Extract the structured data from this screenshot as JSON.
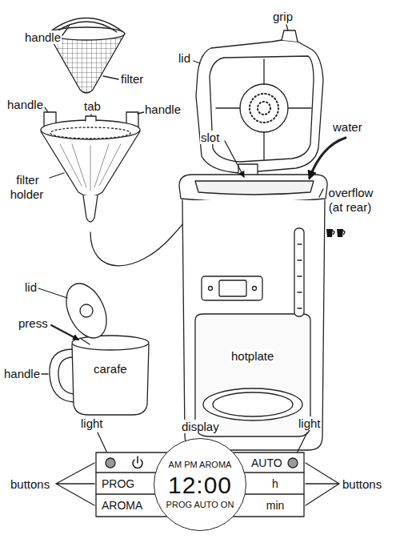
{
  "diagram": {
    "nodes": [
      {
        "text": [
          "PROG"
        ]
      },
      {
        "text": [
          "AROMA"
        ]
      },
      {
        "text": [
          "AM PM AROMA",
          "12:00",
          "PROG AUTO ON"
        ]
      },
      {
        "text": [
          "AUTO"
        ]
      },
      {
        "text": [
          "h"
        ]
      },
      {
        "text": [
          "min"
        ]
      }
    ],
    "labels": [
      "handle",
      "grip",
      "lid",
      "filter",
      "handle",
      "tab",
      "handle",
      "slot",
      "water",
      "filter holder",
      "overflow (at rear)",
      "lid",
      "press",
      "hotplate",
      "carafe",
      "handle",
      "light",
      "display",
      "light",
      "buttons",
      "buttons"
    ]
  }
}
